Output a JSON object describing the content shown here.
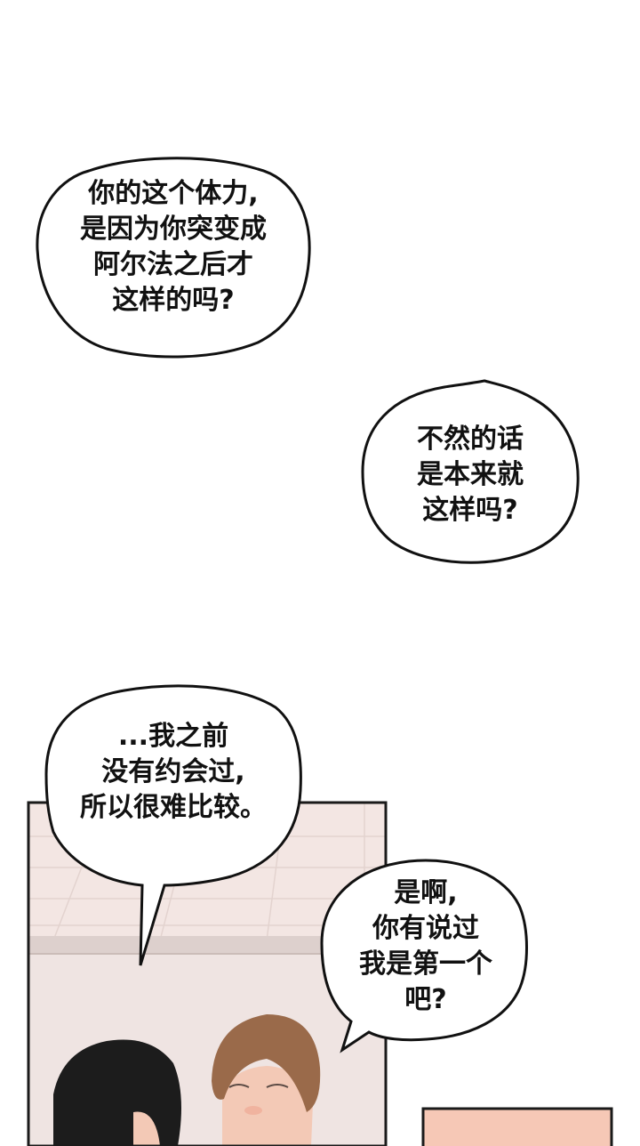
{
  "colors": {
    "page_background": "#ffffff",
    "bubble_fill": "#ffffff",
    "bubble_outline": "#111111",
    "panel_border": "#1a1a1a",
    "panel_ceiling": "#f3e6e3",
    "panel_wall": "#efe4e2",
    "skin": "#f3c9b6",
    "hair_brown": "#9a6a4a",
    "hair_black": "#1c1c1c",
    "side_panel": "#f6c8b6"
  },
  "bubbles": [
    {
      "id": "bubble-1",
      "lines": [
        "你的这个体力,",
        "是因为你突变成",
        "阿尔法之后才",
        "这样的吗?"
      ]
    },
    {
      "id": "bubble-2",
      "lines": [
        "不然的话",
        "是本来就",
        "这样吗?"
      ]
    },
    {
      "id": "bubble-3",
      "lines": [
        "...我之前",
        "没有约会过,",
        "所以很难比较。"
      ]
    },
    {
      "id": "bubble-4",
      "lines": [
        "是啊,",
        "你有说过",
        "我是第一个",
        "吧?"
      ]
    }
  ]
}
